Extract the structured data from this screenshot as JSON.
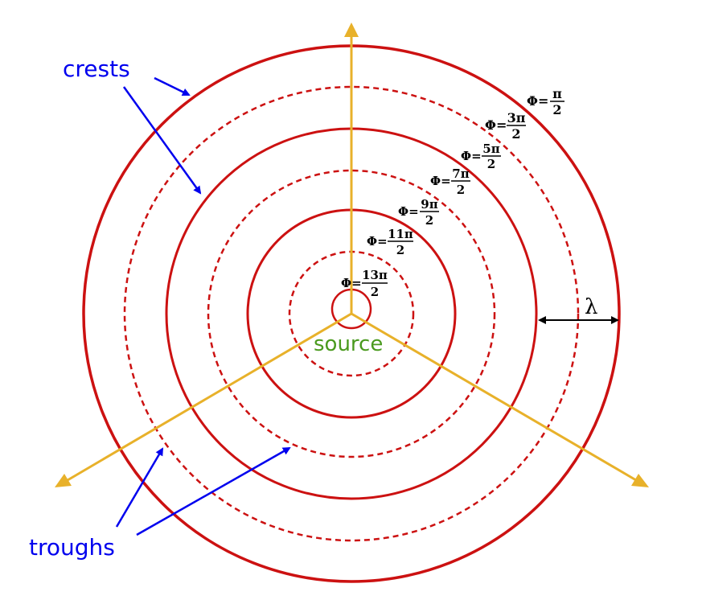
{
  "labels": {
    "crests": "crests",
    "troughs": "troughs",
    "source": "source",
    "wavelength": "λ"
  },
  "phase_labels": [
    {
      "phi": "Φ=",
      "num": "π",
      "den": "2"
    },
    {
      "phi": "Φ=",
      "num": "3π",
      "den": "2"
    },
    {
      "phi": "Φ=",
      "num": "5π",
      "den": "2"
    },
    {
      "phi": "Φ=",
      "num": "7π",
      "den": "2"
    },
    {
      "phi": "Φ=",
      "num": "9π",
      "den": "2"
    },
    {
      "phi": "Φ=",
      "num": "11π",
      "den": "2"
    },
    {
      "phi": "Φ=",
      "num": "13π",
      "den": "2"
    }
  ],
  "colors": {
    "wavefront": "#cc1111",
    "ray": "#e8b12a",
    "annotation": "#0000ee",
    "source_label": "#4a9a1e"
  }
}
